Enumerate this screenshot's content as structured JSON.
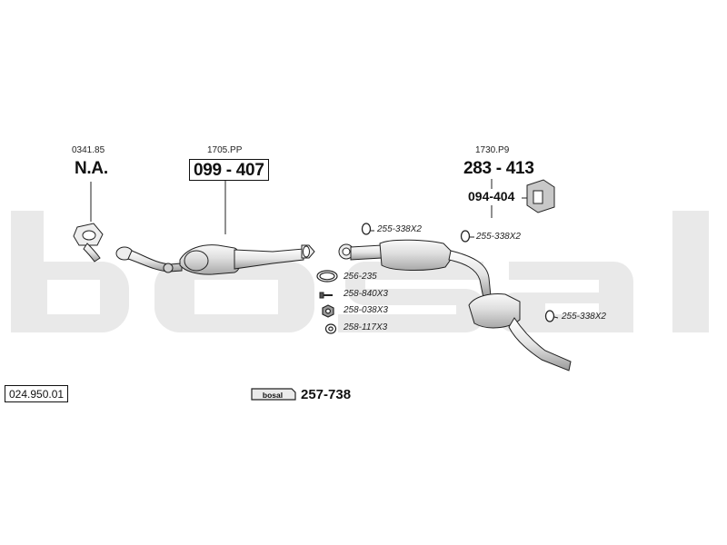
{
  "diagram": {
    "id": "024.950.01",
    "watermark": "bosal",
    "left_group": {
      "ref": "0341.85",
      "code": "N.A."
    },
    "cat_group": {
      "ref": "1705.PP",
      "code": "099 - 407"
    },
    "rear_group": {
      "ref": "1730.P9",
      "code": "283 - 413",
      "sub_code": "094-404"
    },
    "parts": {
      "gasket_center": "255-338X2",
      "gasket_right": "255-338X2",
      "gasket_rear": "255-338X2",
      "ring": "256-235",
      "bolt": "258-840X3",
      "nut": "258-038X3",
      "washer": "258-117X3"
    },
    "kit": {
      "logo": "bosal",
      "code": "257-738"
    },
    "colors": {
      "watermark": "#e9e9e9",
      "line": "#222222",
      "fill_light": "#f2f2f2",
      "fill_mid": "#d4d4d4"
    }
  }
}
